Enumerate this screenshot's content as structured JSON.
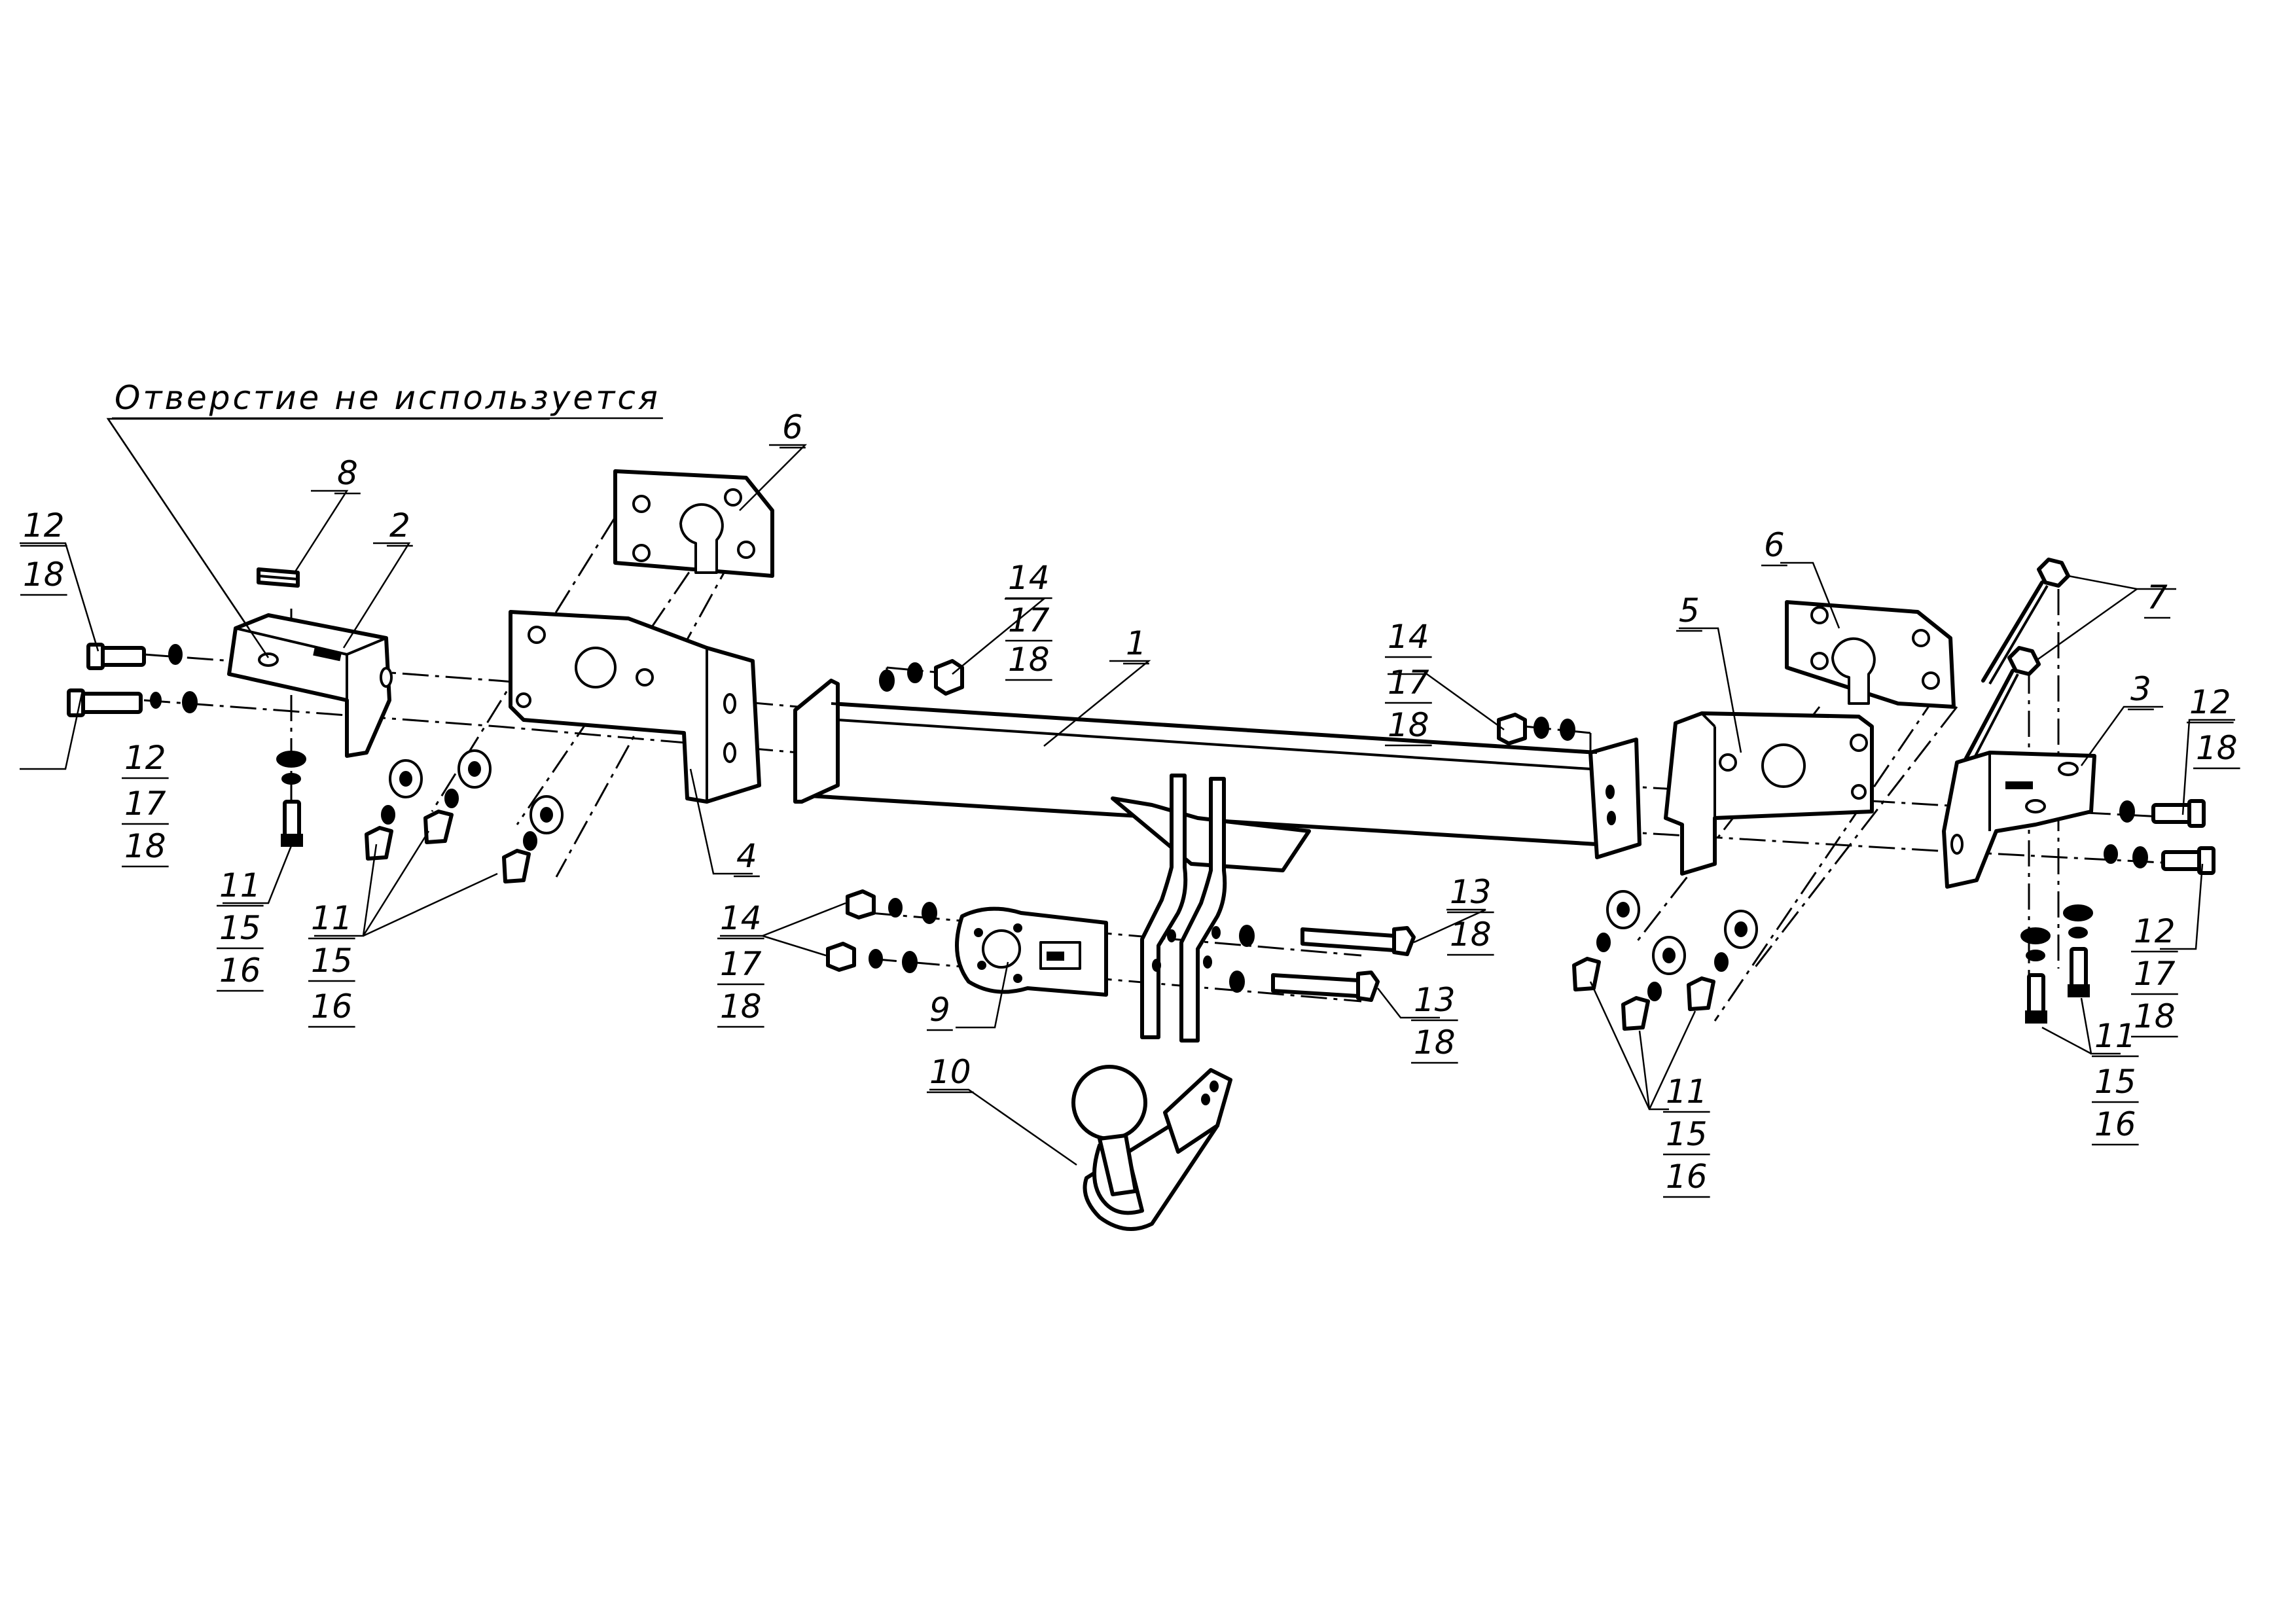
{
  "note": "Отверстие не используется",
  "callouts": {
    "c12_18_left": [
      "12",
      "18"
    ],
    "c8": "8",
    "c2": "2",
    "c6_left": "6",
    "c12_17_18_left": [
      "12",
      "17",
      "18"
    ],
    "c11_15_16_left_a": [
      "11",
      "15",
      "16"
    ],
    "c11_15_16_left_b": [
      "11",
      "15",
      "16"
    ],
    "c4": "4",
    "c14_17_18_top": [
      "14",
      "17",
      "18"
    ],
    "c1": "1",
    "c14_17_18_mid": [
      "14",
      "17",
      "18"
    ],
    "c14_17_18_bottom": [
      "14",
      "17",
      "18"
    ],
    "c9": "9",
    "c13_18_a": [
      "13",
      "18"
    ],
    "c13_18_b": [
      "13",
      "18"
    ],
    "c10": "10",
    "c6_right": "6",
    "c5": "5",
    "c7": "7",
    "c3": "3",
    "c12_18_right": [
      "12",
      "18"
    ],
    "c12_17_18_right": [
      "12",
      "17",
      "18"
    ],
    "c11_15_16_right_a": [
      "11",
      "15",
      "16"
    ],
    "c11_15_16_right_b": [
      "11",
      "15",
      "16"
    ]
  }
}
